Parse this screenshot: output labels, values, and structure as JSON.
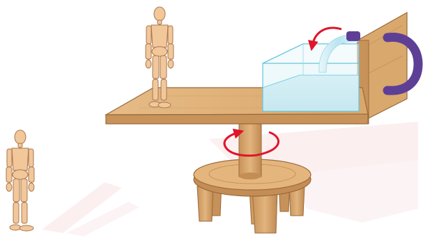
{
  "scene": {
    "colors": {
      "wood_light": "#E9C08C",
      "wood_mid": "#D6A368",
      "wood_dark": "#B9824A",
      "wood_outline": "#9A6A3A",
      "water": "#CDEBF2",
      "water_edge": "#63C3DD",
      "arrow_red": "#E0142A",
      "handle_purple": "#5E3F96",
      "shadow_pink": "#F7DADD",
      "mannequin_skin": "#F2C79A",
      "mannequin_outline": "#A87750"
    },
    "icons": [
      "mannequin-on-platform",
      "mannequin-on-ground",
      "rotating-table",
      "water-tank",
      "water-jet-curve",
      "rotation-arrow",
      "purple-handle"
    ]
  }
}
